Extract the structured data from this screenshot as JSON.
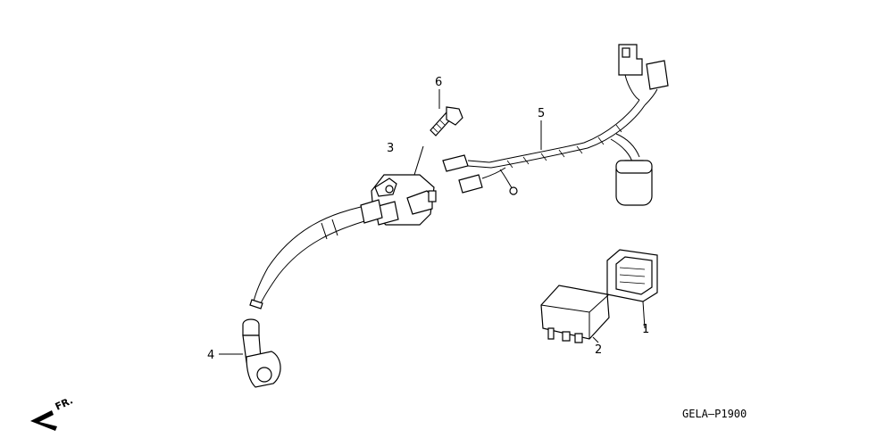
{
  "callouts": {
    "p1": "1",
    "p2": "2",
    "p3": "3",
    "p4": "4",
    "p5": "5",
    "p6": "6"
  },
  "diagram_code": "GELA–P1900",
  "front_indicator": "FR."
}
